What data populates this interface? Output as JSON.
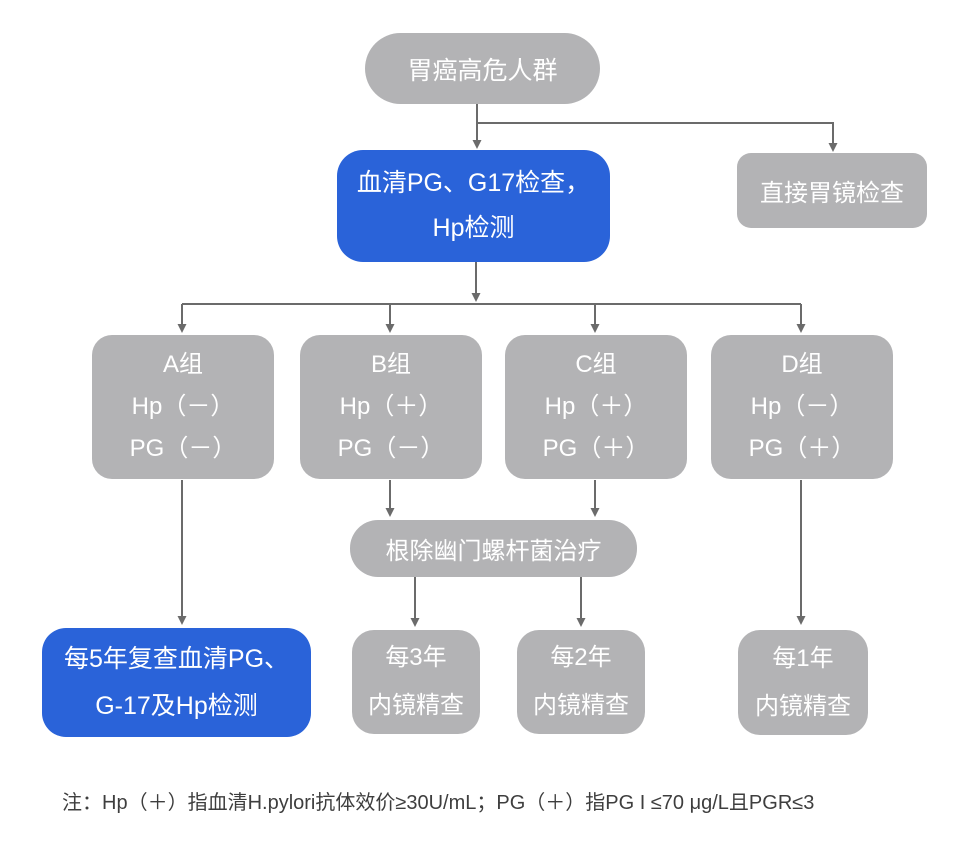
{
  "colors": {
    "blue": "#2a63d9",
    "gray": "#b3b3b5",
    "arrow": "#6b6b6b",
    "node_text": "#ffffff",
    "note_text": "#3e3e3e"
  },
  "nodes": {
    "root": {
      "label": "胃癌高危人群"
    },
    "serum_test": {
      "line1": "血清PG、G17检查，",
      "line2": "Hp检测"
    },
    "direct_gastroscopy": {
      "label": "直接胃镜检查"
    },
    "groups": [
      {
        "name": "A组",
        "hp": "Hp（－）",
        "pg": "PG（－）"
      },
      {
        "name": "B组",
        "hp": "Hp（＋）",
        "pg": "PG（－）"
      },
      {
        "name": "C组",
        "hp": "Hp（＋）",
        "pg": "PG（＋）"
      },
      {
        "name": "D组",
        "hp": "Hp（－）",
        "pg": "PG（＋）"
      }
    ],
    "eradication": {
      "label": "根除幽门螺杆菌治疗"
    },
    "followups": [
      {
        "line1": "每5年复查血清PG、",
        "line2": "G-17及Hp检测"
      },
      {
        "line1": "每3年",
        "line2": "内镜精查"
      },
      {
        "line1": "每2年",
        "line2": "内镜精查"
      },
      {
        "line1": "每1年",
        "line2": "内镜精查"
      }
    ]
  },
  "note": "注：Hp（＋）指血清H.pylori抗体效价≥30U/mL；PG（＋）指PG I ≤70 μg/L且PGR≤3"
}
